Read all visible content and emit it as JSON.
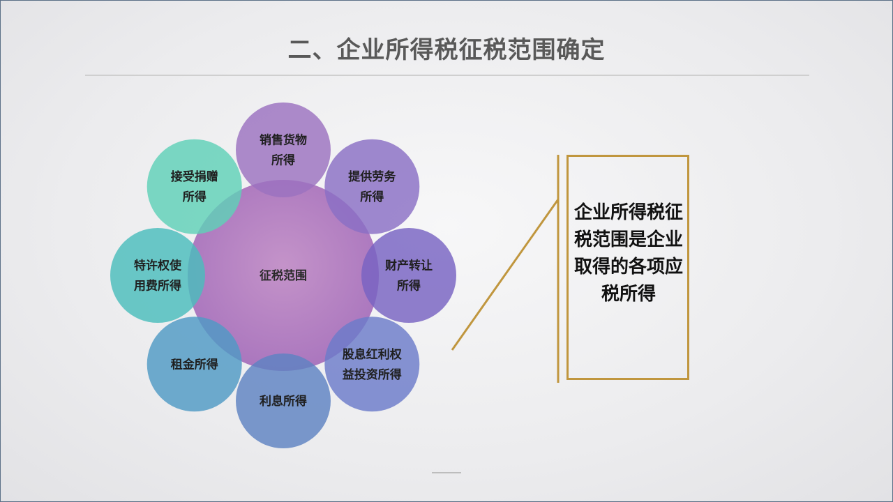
{
  "slide": {
    "title": "二、企业所得税征税范围确定"
  },
  "diagram": {
    "center": {
      "lines": [
        "征税范围"
      ]
    },
    "items": [
      {
        "lines": [
          "销售货物",
          "所得"
        ],
        "color": "#9b71bf"
      },
      {
        "lines": [
          "提供劳务",
          "所得"
        ],
        "color": "#8a6fc4"
      },
      {
        "lines": [
          "财产转让",
          "所得"
        ],
        "color": "#7763c2"
      },
      {
        "lines": [
          "股息红利权",
          "益投资所得"
        ],
        "color": "#6b7bc9"
      },
      {
        "lines": [
          "利息所得"
        ],
        "color": "#5e83c2"
      },
      {
        "lines": [
          "租金所得"
        ],
        "color": "#4f9ac4"
      },
      {
        "lines": [
          "特许权使",
          "用费所得"
        ],
        "color": "#4bbdbc"
      },
      {
        "lines": [
          "接受捐赠",
          "所得"
        ],
        "color": "#5fd1b7"
      }
    ],
    "center_color": "#b17fbf"
  },
  "callout": {
    "text": "企业所得税征税范围是企业取得的各项应税所得",
    "border_color": "#c0963e"
  }
}
